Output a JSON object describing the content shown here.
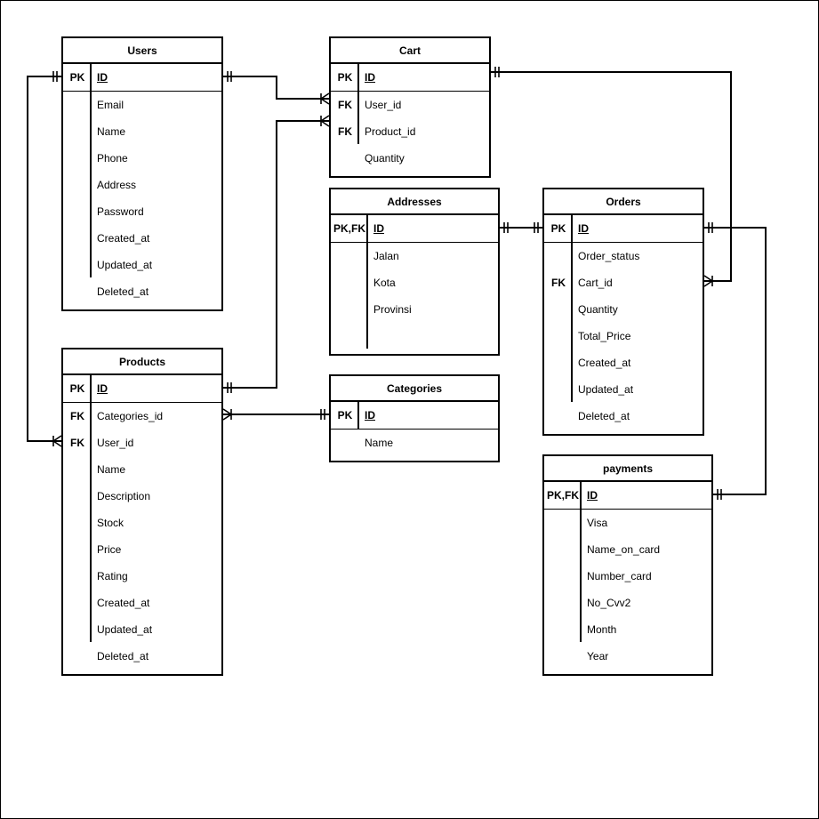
{
  "tables": {
    "users": {
      "title": "Users",
      "pk": {
        "key": "PK",
        "field": "ID"
      },
      "rows": [
        {
          "key": "",
          "field": "Email"
        },
        {
          "key": "",
          "field": "Name"
        },
        {
          "key": "",
          "field": "Phone"
        },
        {
          "key": "",
          "field": "Address"
        },
        {
          "key": "",
          "field": "Password"
        },
        {
          "key": "",
          "field": "Created_at"
        },
        {
          "key": "",
          "field": "Updated_at"
        },
        {
          "key": "",
          "field": "Deleted_at"
        }
      ]
    },
    "cart": {
      "title": "Cart",
      "pk": {
        "key": "PK",
        "field": "ID"
      },
      "rows": [
        {
          "key": "FK",
          "field": "User_id"
        },
        {
          "key": "FK",
          "field": "Product_id"
        },
        {
          "key": "",
          "field": "Quantity"
        }
      ]
    },
    "addresses": {
      "title": "Addresses",
      "pk": {
        "key": "PK,FK",
        "field": "ID"
      },
      "rows": [
        {
          "key": "",
          "field": "Jalan"
        },
        {
          "key": "",
          "field": "Kota"
        },
        {
          "key": "",
          "field": "Provinsi"
        }
      ]
    },
    "orders": {
      "title": "Orders",
      "pk": {
        "key": "PK",
        "field": "ID"
      },
      "rows": [
        {
          "key": "",
          "field": "Order_status"
        },
        {
          "key": "FK",
          "field": "Cart_id"
        },
        {
          "key": "",
          "field": "Quantity"
        },
        {
          "key": "",
          "field": "Total_Price"
        },
        {
          "key": "",
          "field": "Created_at"
        },
        {
          "key": "",
          "field": "Updated_at"
        },
        {
          "key": "",
          "field": "Deleted_at"
        }
      ]
    },
    "products": {
      "title": "Products",
      "pk": {
        "key": "PK",
        "field": "ID"
      },
      "rows": [
        {
          "key": "FK",
          "field": "Categories_id"
        },
        {
          "key": "FK",
          "field": "User_id"
        },
        {
          "key": "",
          "field": "Name"
        },
        {
          "key": "",
          "field": "Description"
        },
        {
          "key": "",
          "field": "Stock"
        },
        {
          "key": "",
          "field": "Price"
        },
        {
          "key": "",
          "field": "Rating"
        },
        {
          "key": "",
          "field": "Created_at"
        },
        {
          "key": "",
          "field": "Updated_at"
        },
        {
          "key": "",
          "field": "Deleted_at"
        }
      ]
    },
    "categories": {
      "title": "Categories",
      "pk": {
        "key": "PK",
        "field": "ID"
      },
      "rows": [
        {
          "key": "",
          "field": "Name"
        }
      ]
    },
    "payments": {
      "title": "payments",
      "pk": {
        "key": "PK,FK",
        "field": "ID"
      },
      "rows": [
        {
          "key": "",
          "field": "Visa"
        },
        {
          "key": "",
          "field": "Name_on_card"
        },
        {
          "key": "",
          "field": "Number_card"
        },
        {
          "key": "",
          "field": "No_Cvv2"
        },
        {
          "key": "",
          "field": "Month"
        },
        {
          "key": "",
          "field": "Year"
        }
      ]
    }
  },
  "relationships": [
    {
      "from": "Users.ID",
      "from_card": "one-mandatory",
      "to": "Cart.User_id",
      "to_card": "many-mandatory"
    },
    {
      "from": "Products.ID",
      "from_card": "one-mandatory",
      "to": "Cart.Product_id",
      "to_card": "many-mandatory"
    },
    {
      "from": "Users.ID",
      "from_card": "one-mandatory",
      "to": "Products.User_id",
      "to_card": "many-mandatory"
    },
    {
      "from": "Categories.ID",
      "from_card": "one-mandatory",
      "to": "Products.Categories_id",
      "to_card": "many-mandatory"
    },
    {
      "from": "Cart.ID",
      "from_card": "one-mandatory",
      "to": "Orders.Cart_id",
      "to_card": "many-mandatory"
    },
    {
      "from": "Addresses.ID",
      "from_card": "one-mandatory",
      "to": "Orders.ID",
      "to_card": "one-mandatory"
    },
    {
      "from": "Orders.ID",
      "from_card": "one-mandatory",
      "to": "payments.ID",
      "to_card": "one-mandatory"
    }
  ]
}
